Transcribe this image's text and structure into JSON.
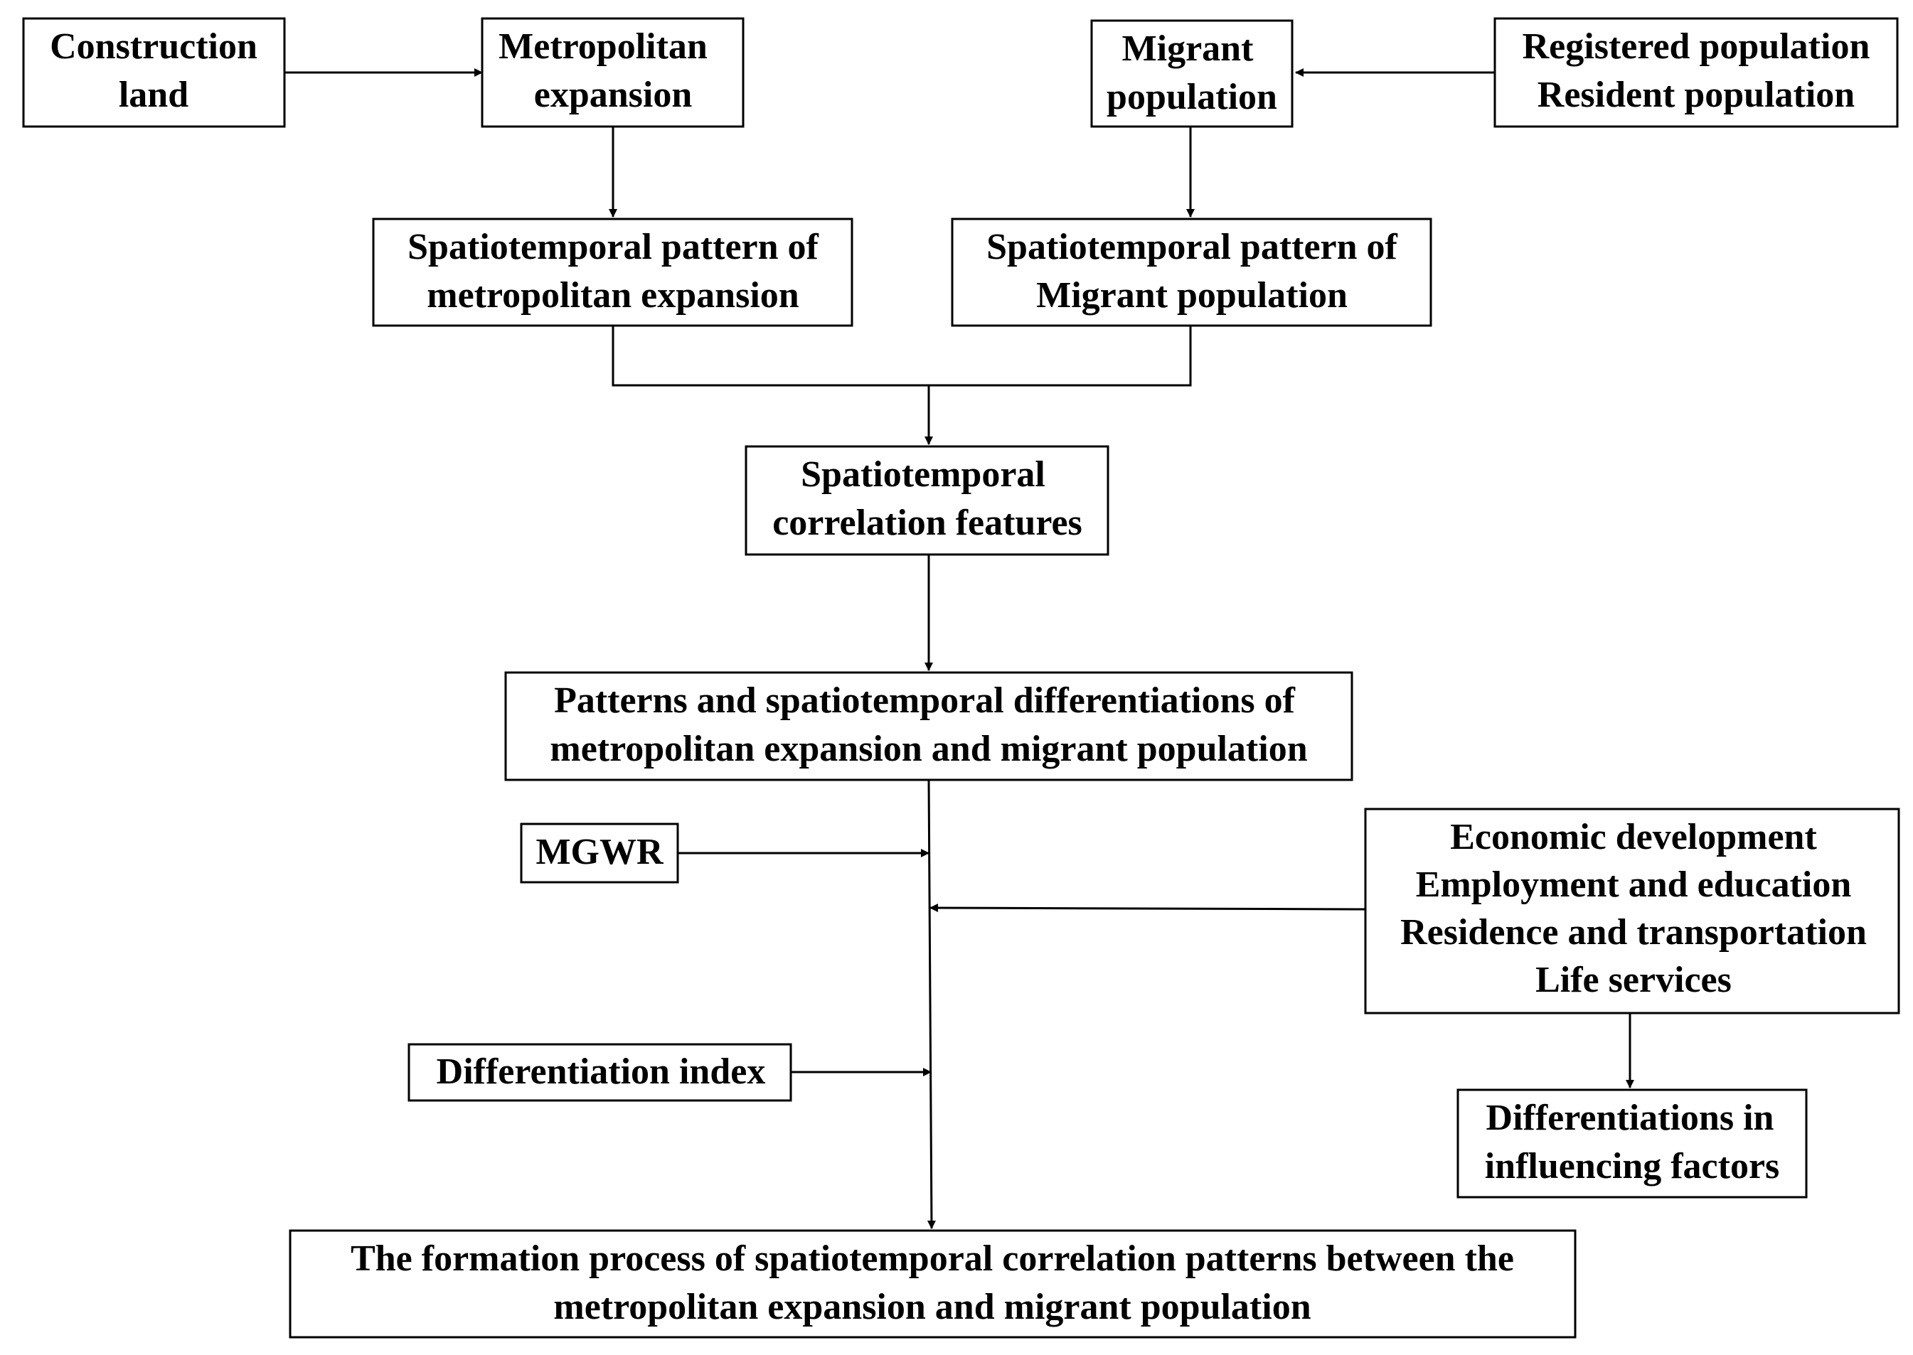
{
  "nodes": {
    "construction_land": [
      "Construction",
      "land"
    ],
    "metropolitan_expansion": [
      "Metropolitan",
      "expansion"
    ],
    "migrant_population": [
      "Migrant",
      "population"
    ],
    "registered_resident": [
      "Registered population",
      "Resident population"
    ],
    "pattern_metro": [
      "Spatiotemporal pattern of",
      "metropolitan expansion"
    ],
    "pattern_migrant": [
      "Spatiotemporal pattern of",
      "Migrant population"
    ],
    "correlation_features": [
      "Spatiotemporal",
      "correlation features"
    ],
    "patterns_differentiations": [
      "Patterns and spatiotemporal differentiations of",
      "metropolitan expansion and migrant population"
    ],
    "mgwr": [
      "MGWR"
    ],
    "factors": [
      "Economic development",
      "Employment and education",
      "Residence and transportation",
      "Life services"
    ],
    "differentiation_index": [
      "Differentiation index"
    ],
    "factor_differentiations": [
      "Differentiations in",
      "influencing factors"
    ],
    "formation_process": [
      "The formation process of spatiotemporal correlation patterns between the",
      "metropolitan expansion and migrant population"
    ]
  },
  "colors": {
    "stroke": "#000000",
    "fill": "#ffffff",
    "text": "#000000"
  }
}
